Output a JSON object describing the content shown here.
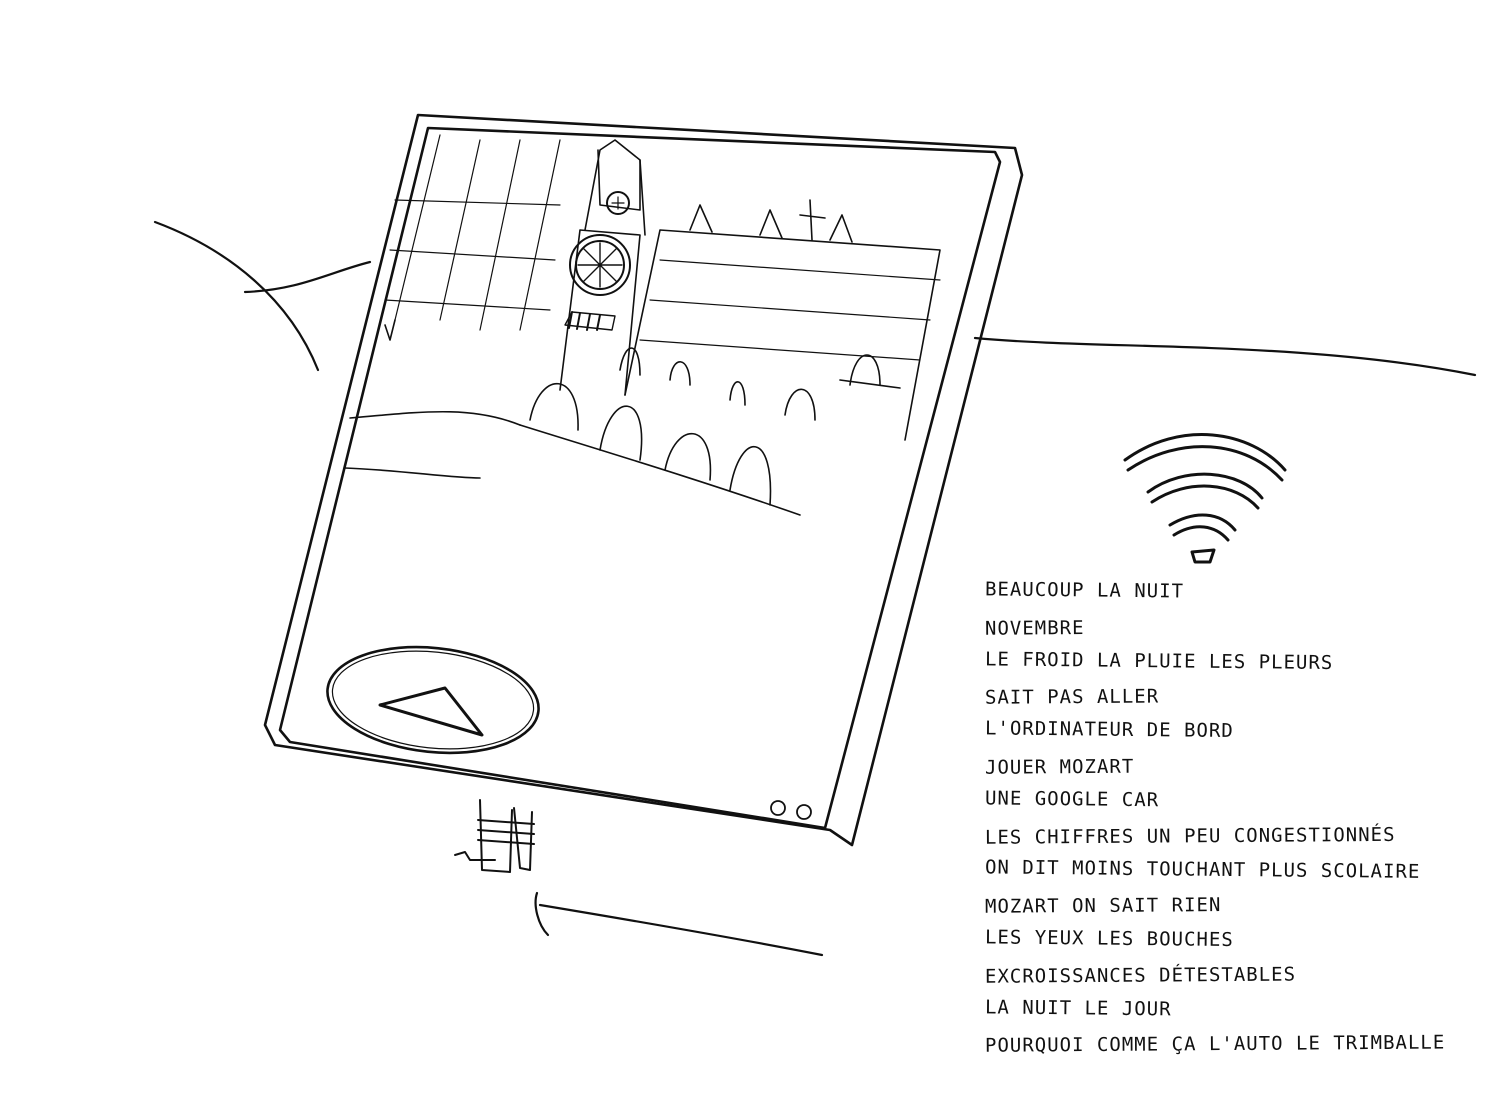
{
  "poem": {
    "lines": [
      "Beaucoup la nuit",
      "Novembre",
      "Le froid la pluie les pleurs",
      "Sait pas aller",
      "L'ordinateur de bord",
      "Jouer Mozart",
      "Une Google car",
      "Les chiffres un peu congestionnés",
      "On dit moins touchant plus scolaire",
      "Mozart on sait rien",
      "Les yeux les bouches",
      "Excroissances détestables",
      "La nuit le jour",
      "Pourquoi comme ça l'auto le trimballe"
    ]
  },
  "icons": {
    "wifi": "wifi-icon",
    "play": "play-icon",
    "clock": "clock-icon"
  },
  "colors": {
    "ink": "#111111",
    "paper": "#ffffff"
  }
}
